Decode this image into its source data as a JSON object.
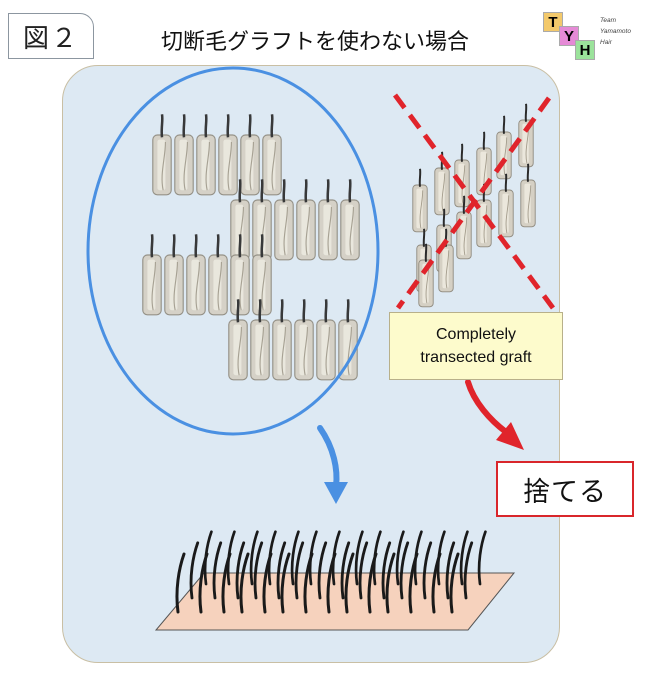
{
  "figure": {
    "label": "図２",
    "title": "切断毛グラフトを使わない場合"
  },
  "logo": {
    "letters": [
      "T",
      "Y",
      "H"
    ],
    "lines": [
      "Team",
      "Yamamoto",
      "Hair"
    ],
    "colors": {
      "T": "#f3c96b",
      "Y": "#e58ad6",
      "H": "#9be39b"
    }
  },
  "callout": {
    "line1": "Completely",
    "line2": "transected graft"
  },
  "discard_label": "捨てる",
  "colors": {
    "panel_bg": "#dde9f3",
    "ellipse_stroke": "#4a90e2",
    "cross_stroke": "#e0242b",
    "red_arrow": "#e0242b",
    "blue_arrow": "#4a90e2",
    "skin": "#f6d2bd"
  },
  "icons": [
    "graft-icon",
    "hair-strand-icon",
    "skin-patch"
  ]
}
